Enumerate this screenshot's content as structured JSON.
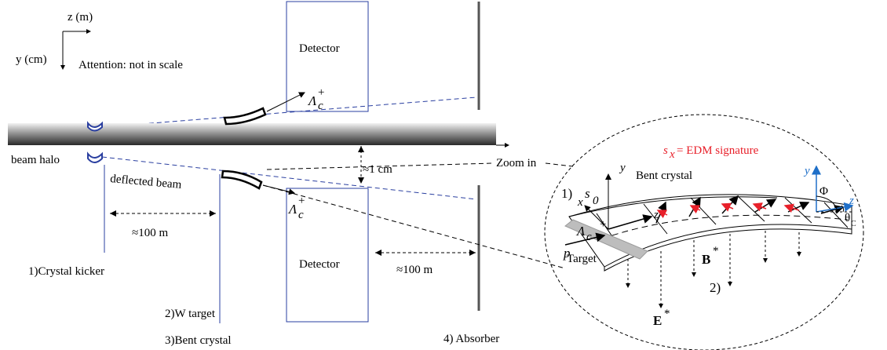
{
  "labels": {
    "axis_z": "z (m)",
    "axis_y": "y (cm)",
    "attention": "Attention: not in scale",
    "detector_top": "Detector",
    "detector_bottom": "Detector",
    "beam_halo": "beam halo",
    "deflected_beam": "deflected beam",
    "one_cm": "≈1 cm",
    "zoom_in": "Zoom in",
    "dist_100m_left": "≈100 m",
    "dist_100m_right": "≈100 m",
    "crystal_kicker": "1)Crystal kicker",
    "w_target": "2)W target",
    "bent_crystal_3": "3)Bent crystal",
    "absorber": "4) Absorber",
    "lambda_c": "Λ",
    "lambda_sub": "c",
    "lambda_sup": "+"
  },
  "zoom": {
    "edm_s": "s",
    "edm_sub": "x",
    "edm_text": "= EDM signature",
    "bent_crystal": "Bent crystal",
    "step1": "1)",
    "s0": "s",
    "s0_sub": "0",
    "step2": "2)",
    "b_star": "B",
    "e_star": "E",
    "star": "*",
    "target": "Target",
    "p": "p",
    "x": "x",
    "y": "y",
    "z": "z",
    "y_blue": "y",
    "z_blue": "z",
    "phi": "Φ",
    "theta": "θ",
    "theta_sub": "C"
  },
  "colors": {
    "red": "#e8202a",
    "blue": "#1f6fc8",
    "navy": "#2a3fa0",
    "beam": "#6e6e6e"
  }
}
